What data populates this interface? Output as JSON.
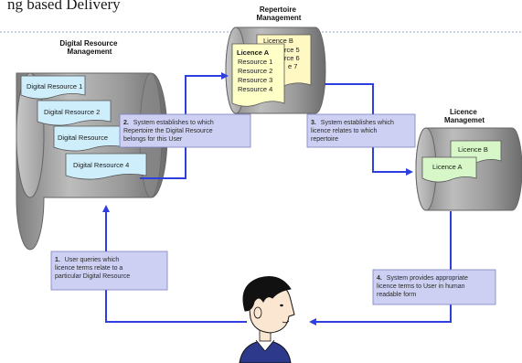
{
  "top_text": "ng based Delivery",
  "digital_resource_management": {
    "title_lines": [
      "Digital Resource",
      "Management"
    ],
    "documents": [
      "Digital Resource 1",
      "Digital Resource 2",
      "Digital Resource",
      "Digital Resource 4"
    ]
  },
  "repertoire_management": {
    "title_lines": [
      "Repertoire",
      "Management"
    ],
    "licence_a": {
      "title": "Licence A",
      "items": [
        "Resource 1",
        "Resource 2",
        "Resource 3",
        "Resource 4"
      ]
    },
    "licence_b": {
      "title": "Licence B",
      "items": [
        "rce 5",
        "rce 6",
        "e 7"
      ]
    }
  },
  "licence_management": {
    "title_lines": [
      "Licence",
      "Managemet"
    ],
    "documents": [
      "Licence A",
      "Licence B"
    ]
  },
  "steps": [
    {
      "number": "1.",
      "lines": [
        "User queries which",
        "licence terms relate to a",
        "particular  Digital  Resource"
      ]
    },
    {
      "number": "2.",
      "lines": [
        "System establishes to which",
        "Repertoire the Digital Resource",
        "belongs for this User"
      ]
    },
    {
      "number": "3.",
      "lines": [
        "System establishes which",
        "licence relates to which",
        "repertoire"
      ]
    },
    {
      "number": "4.",
      "lines": [
        "System provides appropriate",
        "licence terms to User in human",
        "readable form"
      ]
    }
  ],
  "colors": {
    "arrow": "#2e3fe0",
    "document_fill": "#cfeefb",
    "licence_a_fill": "#ffffc8",
    "licence_b_fill": "#fff8c2",
    "licence_doc_fill": "#d8f7c9",
    "note_fill": "#cdd0f2",
    "cylinder": "#a8a8a8"
  },
  "icons": [
    "user-head-icon"
  ]
}
